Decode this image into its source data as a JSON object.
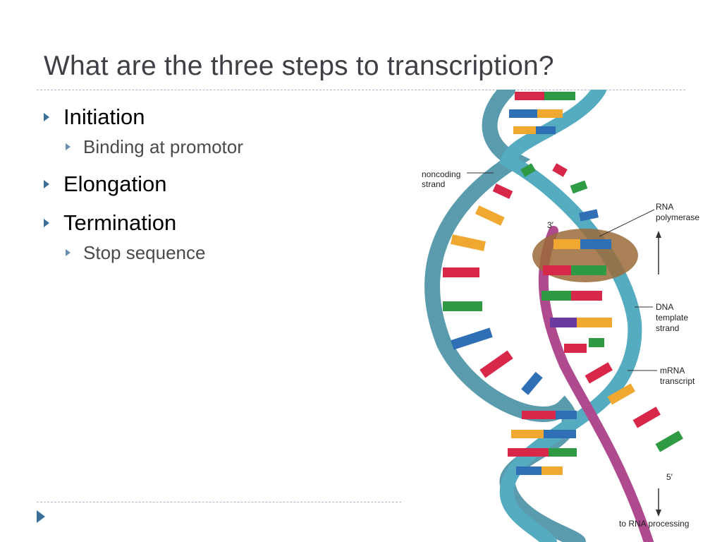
{
  "slide": {
    "title": "What are the three steps to transcription?",
    "bullets": [
      {
        "level": 1,
        "text": "Initiation"
      },
      {
        "level": 2,
        "text": "Binding at promotor"
      },
      {
        "level": 1,
        "text": "Elongation"
      },
      {
        "level": 1,
        "text": "Termination"
      },
      {
        "level": 2,
        "text": "Stop sequence"
      }
    ]
  },
  "figure": {
    "labels": {
      "noncoding": [
        "noncoding",
        "strand"
      ],
      "polymerase": [
        "RNA",
        "polymerase"
      ],
      "template": [
        "DNA",
        "template",
        "strand"
      ],
      "mrna": [
        "mRNA",
        "transcript"
      ],
      "three_prime": "3′",
      "five_prime": "5′",
      "processing": "to RNA processing"
    },
    "colors": {
      "dna_strand": "#4a9db0",
      "mrna_strand": "#b04a8f",
      "polymerase": "#9b6a3a",
      "base_A": "#f0a830",
      "base_T": "#2f6fb5",
      "base_C": "#d8284a",
      "base_G": "#2e9a44",
      "base_U": "#6a3aa0"
    }
  }
}
